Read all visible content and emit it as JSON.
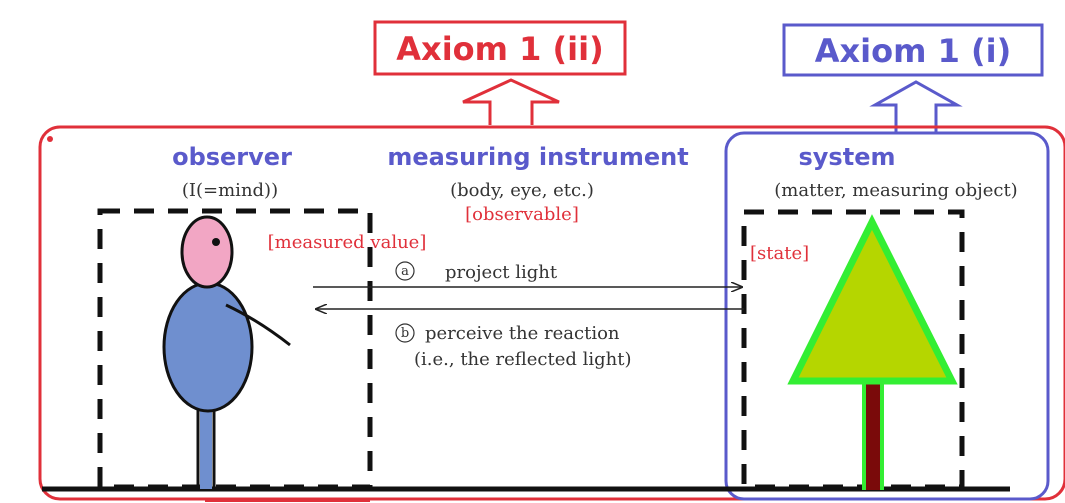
{
  "axiom_left": "Axiom 1 (ii)",
  "axiom_right": "Axiom 1 (i)",
  "observer": {
    "title": "observer",
    "subtitle": "(I(=mind))",
    "measured_value": "[measured value]"
  },
  "instrument": {
    "title": "measuring instrument",
    "subtitle": "(body, eye, etc.)",
    "observable": "[observable]"
  },
  "system": {
    "title": "system",
    "subtitle": "(matter, measuring object)",
    "state": "[state]"
  },
  "arrows": {
    "a_marker": "a",
    "a_label": "project light",
    "b_marker": "b",
    "b_label": "perceive the reaction",
    "b_sublabel": "(i.e., the reflected light)"
  },
  "colors": {
    "red": "#e0303a",
    "blue": "#5a5acb",
    "head": "#f2a6c4",
    "body": "#6f8fcf",
    "tree_fill": "#b5d600",
    "tree_outline": "#33ee33",
    "trunk": "#7a0a0a"
  }
}
